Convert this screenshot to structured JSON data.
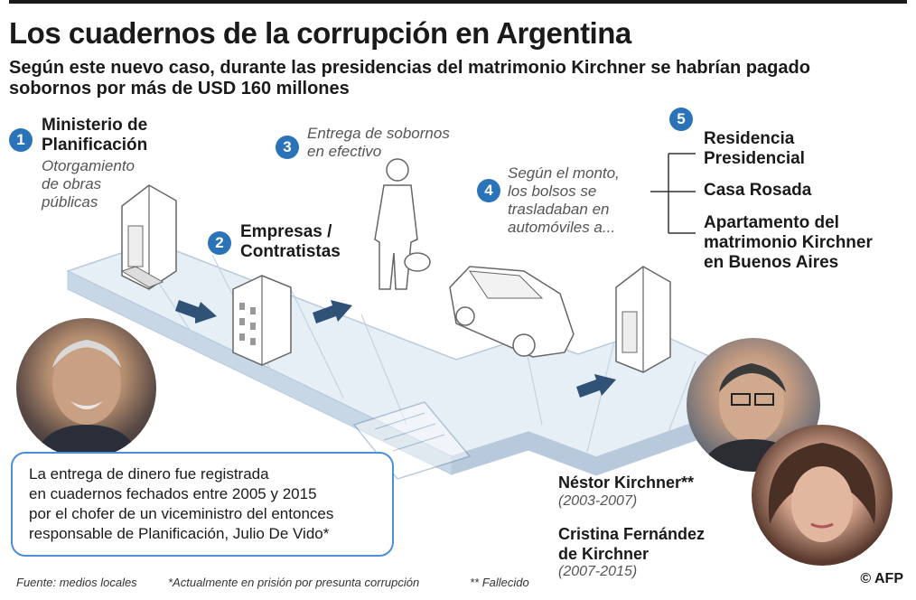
{
  "header": {
    "title": "Los cuadernos de la corrupción en Argentina",
    "subtitle": "Según este nuevo caso, durante las presidencias del matrimonio Kirchner se habrían pagado sobornos por más de USD 160 millones"
  },
  "steps": [
    {
      "number": "1",
      "title_lines": [
        "Ministerio de",
        "Planificación"
      ],
      "desc_lines": [
        "Otorgamiento",
        "de obras",
        "públicas"
      ]
    },
    {
      "number": "2",
      "title_lines": [
        "Empresas /",
        "Contratistas"
      ]
    },
    {
      "number": "3",
      "desc_lines": [
        "Entrega de sobornos",
        "en efectivo"
      ]
    },
    {
      "number": "4",
      "desc_lines": [
        "Según el monto,",
        "los bolsos se",
        "trasladaban en",
        "automóviles a..."
      ]
    },
    {
      "number": "5"
    }
  ],
  "destinations": [
    {
      "lines": [
        "Residencia",
        "Presidencial"
      ]
    },
    {
      "lines": [
        "Casa Rosada"
      ]
    },
    {
      "lines": [
        "Apartamento del",
        "matrimonio Kirchner",
        "en Buenos Aires"
      ]
    }
  ],
  "quote": {
    "lines": [
      "La entrega de dinero fue registrada",
      "en cuadernos fechados entre 2005 y 2015",
      "por el chofer de un viceministro del entonces",
      "responsable de Planificación, Julio De Vido*"
    ]
  },
  "people": [
    {
      "name": "Néstor Kirchner**",
      "years": "(2003-2007)"
    },
    {
      "name_lines": [
        "Cristina Fernández",
        "de Kirchner"
      ],
      "years": "(2007-2015)"
    }
  ],
  "footer": {
    "source": "Fuente: medios locales",
    "note1": "*Actualmente en prisión por presunta corrupción",
    "note2": "** Fallecido",
    "credit": "© AFP"
  },
  "colors": {
    "accent": "#2b73b9",
    "path": "#d8e4ef",
    "border": "#4a90d9"
  },
  "icons": [
    "building-icon",
    "office-building-icon",
    "person-with-bag-icon",
    "car-icon",
    "arrow-icon",
    "notebook-icon"
  ]
}
